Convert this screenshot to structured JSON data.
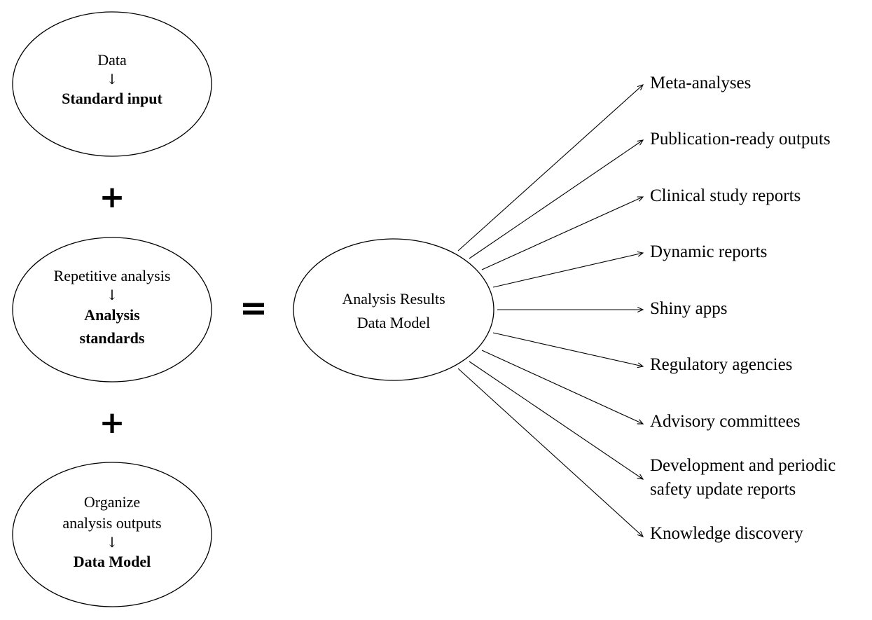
{
  "inputs": [
    {
      "top": "Data",
      "bottom": "Standard input"
    },
    {
      "top": "Repetitive analysis",
      "bottom_line1": "Analysis",
      "bottom_line2": "standards"
    },
    {
      "top_line1": "Organize",
      "top_line2": "analysis outputs",
      "bottom": "Data Model"
    }
  ],
  "down_arrow": "↓",
  "operators": {
    "plus": "+",
    "equals": "="
  },
  "center": {
    "line1": "Analysis Results",
    "line2": "Data Model"
  },
  "outputs": [
    "Meta-analyses",
    "Publication-ready outputs",
    "Clinical study reports",
    "Dynamic reports",
    "Shiny apps",
    "Regulatory agencies",
    "Advisory committees",
    "Development and periodic",
    "safety update reports",
    "Knowledge discovery"
  ]
}
